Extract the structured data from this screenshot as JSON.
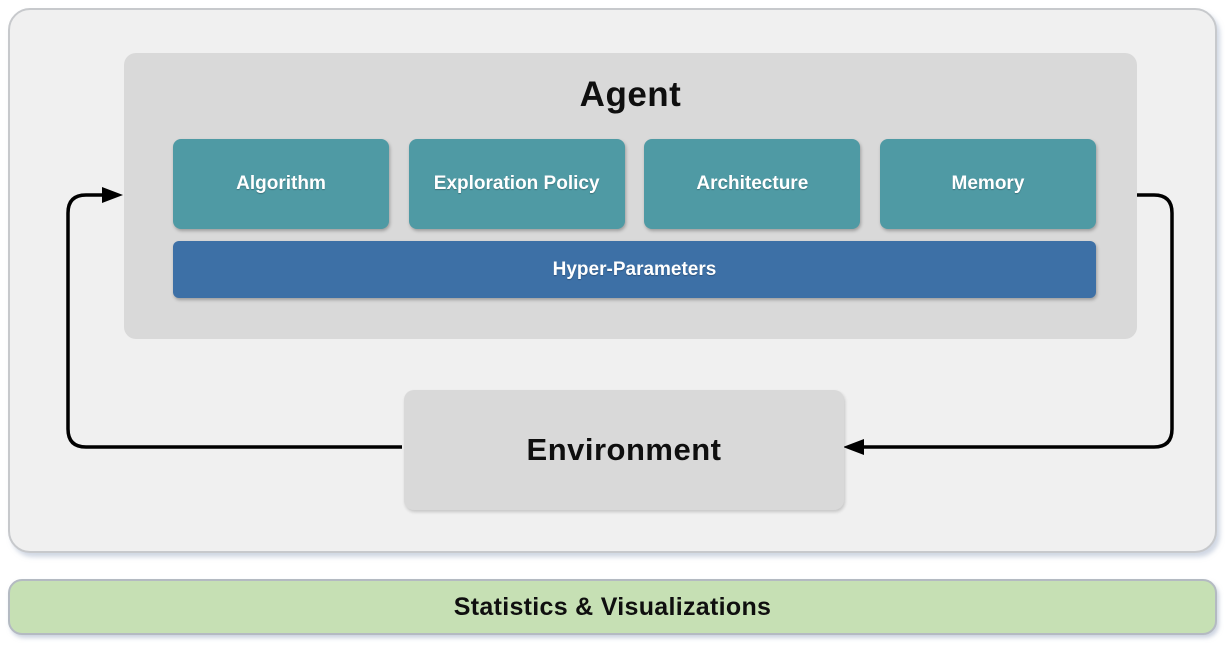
{
  "agent": {
    "title": "Agent",
    "components": [
      {
        "label": "Algorithm"
      },
      {
        "label": "Exploration Policy"
      },
      {
        "label": "Architecture"
      },
      {
        "label": "Memory"
      }
    ],
    "hyper_parameters_label": "Hyper-Parameters"
  },
  "environment": {
    "title": "Environment"
  },
  "footer": {
    "label": "Statistics & Visualizations"
  },
  "arrows": {
    "left_loop": "environment-to-agent",
    "right_loop": "agent-to-environment"
  },
  "colors": {
    "component_teal": "#4F9AA4",
    "hyper_parameters_blue": "#3D70A6",
    "panel_gray": "#D9D9D9",
    "canvas_gray": "#F0F0F0",
    "footer_green": "#C6E0B4",
    "arrow_black": "#000000"
  }
}
